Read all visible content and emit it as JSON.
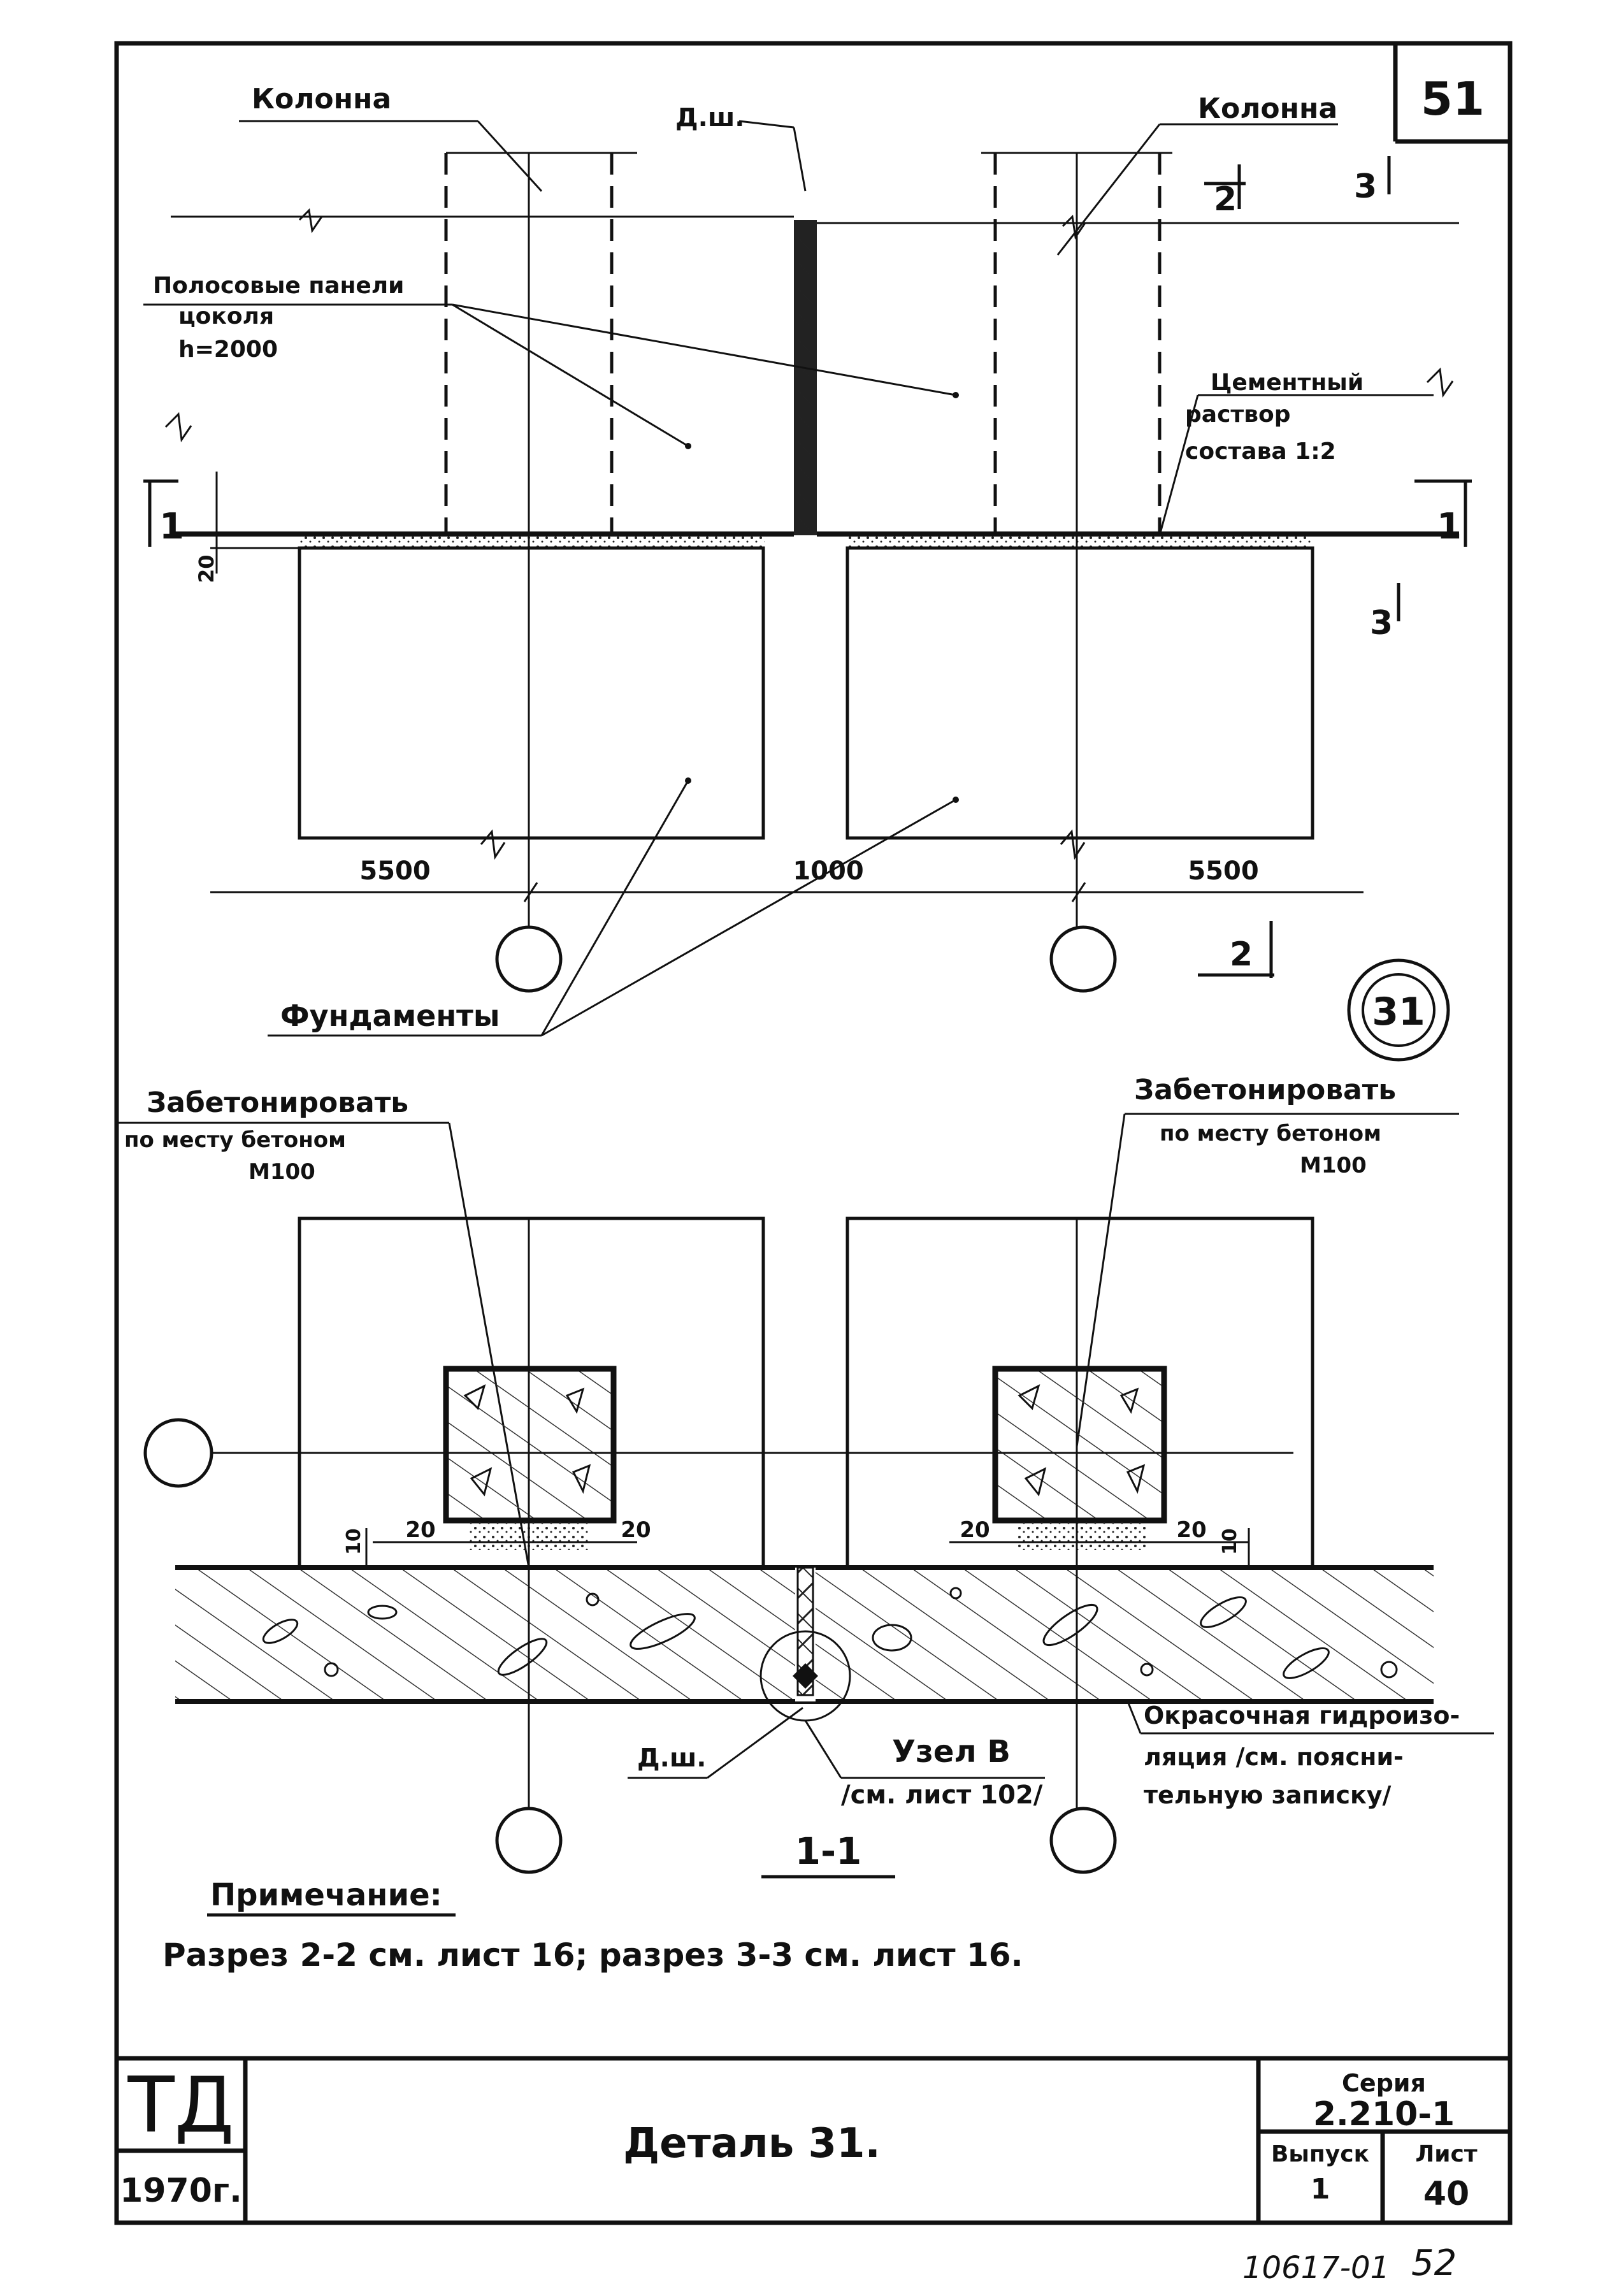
{
  "sheet_corner_number": "51",
  "plan": {
    "column_left_label": "Колонна",
    "column_right_label": "Колонна",
    "joint_label_top": "Д.ш.",
    "panels_label_lines": [
      "Полосовые панели",
      "цоколя",
      "h=2000"
    ],
    "mortar_label_lines": [
      "Цементный",
      "раствор",
      "состава 1:2"
    ],
    "dim_left": "5500",
    "dim_center": "1000",
    "dim_right": "5500",
    "dim_20": "20",
    "foundations_label": "Фундаменты",
    "section_1_left": "1",
    "section_1_right": "1",
    "section_2_top": "2",
    "section_2_bottom": "2",
    "section_3_top": "3",
    "section_3_bottom": "3",
    "detail_circle": "31"
  },
  "section": {
    "concrete_left_lines": [
      "Забетонировать",
      "по месту бетоном",
      "М100"
    ],
    "concrete_right_lines": [
      "Забетонировать",
      "по месту бетоном",
      "М100"
    ],
    "dims_left": [
      "10",
      "20",
      "20"
    ],
    "dims_right": [
      "20",
      "20",
      "10"
    ],
    "joint_label_bottom": "Д.ш.",
    "node_label": "Узел В",
    "node_ref": "/см. лист 102/",
    "waterproof_lines": [
      "Окрасочная гидроизо-",
      "ляция /см. поясни-",
      "тельную записку/"
    ],
    "section_title": "1-1"
  },
  "note": {
    "heading": "Примечание:",
    "text": "Разрез 2-2 см. лист 16; разрез 3-3 см. лист 16."
  },
  "title_block": {
    "org": "ТД",
    "year": "1970г.",
    "title": "Деталь 31.",
    "series_label": "Серия",
    "series_value": "2.210-1",
    "issue_label": "Выпуск",
    "issue_value": "1",
    "sheet_label": "Лист",
    "sheet_value": "40"
  },
  "footer_code": "10617-01",
  "footer_page": "52"
}
